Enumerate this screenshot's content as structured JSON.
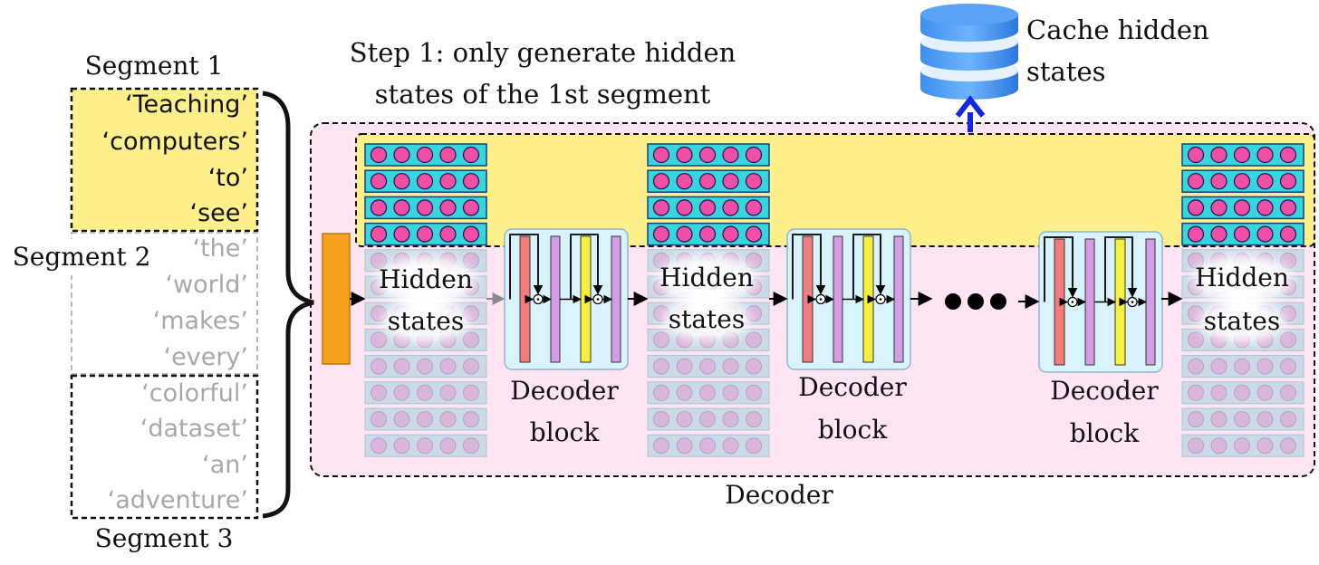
{
  "segments": {
    "seg1_label": "Segment 1",
    "seg2_label": "Segment 2",
    "seg3_label": "Segment 3",
    "seg1_tokens": [
      "‘Teaching’",
      "‘computers’",
      "‘to’",
      "‘see’"
    ],
    "seg2_tokens": [
      "‘the’",
      "‘world’",
      "‘makes’",
      "‘every’"
    ],
    "seg3_tokens": [
      "‘colorful’",
      "‘dataset’",
      "‘an’",
      "‘adventure’"
    ]
  },
  "step_text": {
    "line1": "Step 1: only generate hidden",
    "line2": "states of the 1st segment"
  },
  "cache": {
    "line1": "Cache hidden",
    "line2": "states"
  },
  "hidden_label": {
    "line1": "Hidden",
    "line2": "states"
  },
  "decoder_block_label": {
    "line1": "Decoder",
    "line2": "block"
  },
  "decoder_label": "Decoder",
  "colors": {
    "active_yellow": "#fdf08a",
    "decoder_bg": "#ffe4f1",
    "cell_cyan": "#36d6e0",
    "cell_magenta": "#ef4fa6",
    "cell_dim_bg": "#cbdbe6",
    "cell_dim_circle": "#d9b7dc",
    "orange": "#f7a121",
    "block_bg": "#d8f3fb",
    "bar_red": "#f47b7b",
    "bar_purple": "#d59de6",
    "bar_yellow": "#f6ef3b",
    "cache_blue": "#2e7fe4",
    "up_arrow": "#1327e0",
    "inactive_text": "#a8a8a8"
  },
  "icons": [
    "database-icon",
    "up-arrow-icon",
    "ellipsis-icon",
    "multiply-node-icon"
  ]
}
